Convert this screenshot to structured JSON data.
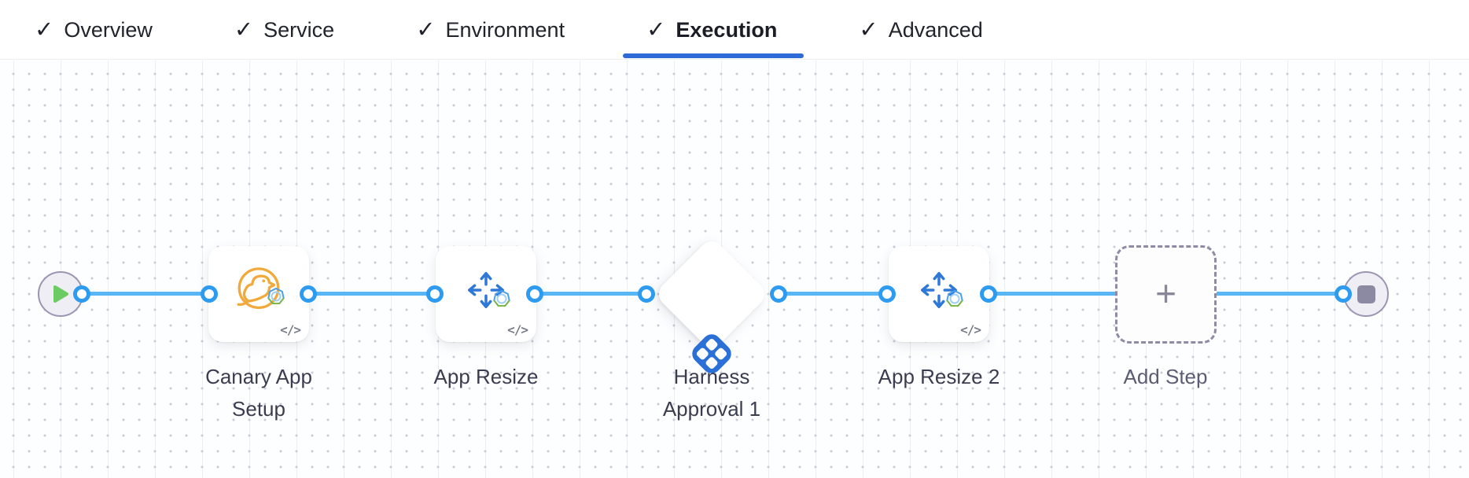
{
  "header": {
    "check_glyph": "✓",
    "tabs": [
      {
        "label": "Overview",
        "checked": true,
        "active": false
      },
      {
        "label": "Service",
        "checked": true,
        "active": false
      },
      {
        "label": "Environment",
        "checked": true,
        "active": false
      },
      {
        "label": "Execution",
        "checked": true,
        "active": true
      },
      {
        "label": "Advanced",
        "checked": true,
        "active": false
      }
    ]
  },
  "pipeline": {
    "nodes": [
      {
        "id": "start",
        "type": "start-node"
      },
      {
        "id": "canary-app-setup",
        "type": "step-card",
        "label": "Canary App Setup",
        "icon": "canary-icon",
        "badge": "</>"
      },
      {
        "id": "app-resize",
        "type": "step-card",
        "label": "App Resize",
        "icon": "resize-arrows-icon",
        "badge": "</>"
      },
      {
        "id": "harness-approval-1",
        "type": "approval-diamond",
        "label": "Harness Approval 1",
        "icon": "harness-logo-icon"
      },
      {
        "id": "app-resize-2",
        "type": "step-card",
        "label": "App Resize 2",
        "icon": "resize-arrows-icon",
        "badge": "</>"
      },
      {
        "id": "add-step",
        "type": "add-step-button",
        "label": "Add Step",
        "plus_glyph": "+"
      },
      {
        "id": "end",
        "type": "end-node"
      }
    ]
  },
  "colors": {
    "edge_blue": "#58B6F5",
    "port_border_blue": "#2D9BF0",
    "active_tab_underline": "#2E6BD9",
    "harness_logo_blue": "#2B70D7",
    "arrow_icon_blue": "#2E78D8",
    "canary_orange": "#F2A93B",
    "play_green": "#6CCB62",
    "terminal_fill": "#EFEEF5",
    "terminal_border": "#9C95B2",
    "label_text": "#3A3D4F"
  }
}
